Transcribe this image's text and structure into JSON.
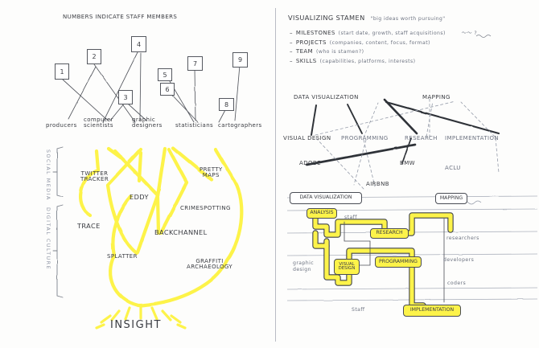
{
  "page": {
    "background": "#fdfdfc",
    "ink": "#3a3c42",
    "highlighter": "#fdf34a",
    "faint_ink": "#8e94a3"
  },
  "left_panel": {
    "heading": "NUMBERS INDICATE STAFF MEMBERS",
    "number_boxes": [
      {
        "label": "1"
      },
      {
        "label": "2"
      },
      {
        "label": "3"
      },
      {
        "label": "4"
      },
      {
        "label": "5"
      },
      {
        "label": "6"
      },
      {
        "label": "7"
      },
      {
        "label": "8"
      },
      {
        "label": "9"
      }
    ],
    "role_labels": [
      {
        "label": "producers"
      },
      {
        "label": "computer\nscientists"
      },
      {
        "label": "graphic\ndesigners"
      },
      {
        "label": "statisticians"
      },
      {
        "label": "cartographers"
      }
    ],
    "brackets": [
      {
        "label": "SOCIAL MEDIA"
      },
      {
        "label": "DIGITAL CULTURE"
      }
    ],
    "projects": [
      {
        "label": "TWITTER\nTRACKER"
      },
      {
        "label": "EDDY"
      },
      {
        "label": "PRETTY\nMAPS"
      },
      {
        "label": "CRIMESPOTTING"
      },
      {
        "label": "TRACE"
      },
      {
        "label": "BACKCHANNEL"
      },
      {
        "label": "SPLATTER"
      },
      {
        "label": "GRAFFITI\nARCHAEOLOGY"
      }
    ],
    "insight_label": "INSIGHT"
  },
  "right_panel": {
    "title": "VISUALIZING STAMEN",
    "title_quote": "\"big ideas worth pursuing\"",
    "bullets": [
      {
        "key": "MILESTONES",
        "detail": "(start date, growth, staff acquisitions)",
        "trailer": "〜〜 ?"
      },
      {
        "key": "PROJECTS",
        "detail": "(companies, content, focus, format)",
        "trailer": ""
      },
      {
        "key": "TEAM",
        "detail": "(who is stamen?)",
        "trailer": ""
      },
      {
        "key": "SKILLS",
        "detail": "(capabilities, platforms, interests)",
        "trailer": ""
      }
    ]
  },
  "network": {
    "top_nodes": [
      {
        "label": "DATA VISUALIZATION"
      },
      {
        "label": "MAPPING"
      }
    ],
    "mid_nodes": [
      {
        "label": "VISUAL DESIGN"
      },
      {
        "label": "PROGRAMMING"
      },
      {
        "label": "RESEARCH"
      },
      {
        "label": "IMPLEMENTATION"
      }
    ],
    "client_nodes": [
      {
        "label": "ADOBE"
      },
      {
        "label": "BMW"
      },
      {
        "label": "AIRBNB"
      },
      {
        "label": "ACLU"
      }
    ]
  },
  "map": {
    "stations": [
      {
        "label": "DATA VISUALIZATION",
        "highlight": false
      },
      {
        "label": "ANALYSIS",
        "highlight": true
      },
      {
        "label": "MAPPING",
        "highlight": false
      },
      {
        "label": "RESEARCH",
        "highlight": true
      },
      {
        "label": "VISUAL\nDESIGN",
        "highlight": true
      },
      {
        "label": "PROGRAMMING",
        "highlight": true
      },
      {
        "label": "IMPLEMENTATION",
        "highlight": true
      }
    ],
    "side_labels": [
      {
        "label": "staff"
      },
      {
        "label": "researchers"
      },
      {
        "label": "developers"
      },
      {
        "label": "coders"
      },
      {
        "label": "graphic\ndesign"
      },
      {
        "label": "Staff"
      }
    ]
  }
}
